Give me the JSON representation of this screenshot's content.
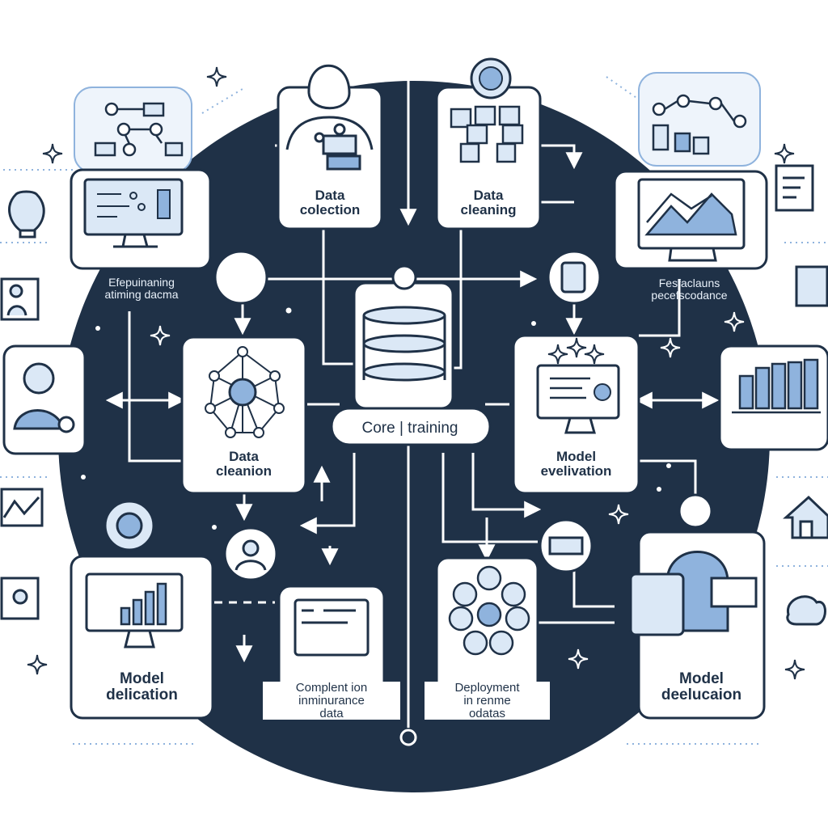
{
  "colors": {
    "navy": "#1f3147",
    "card": "#ffffff",
    "card_border": "#1f3147",
    "light_blue": "#dbe8f6",
    "accent_blue": "#8fb3dd",
    "text": "#1f3147",
    "background": "#ffffff"
  },
  "nodes": {
    "data_collection": "Data\ncolection",
    "data_cleaning": "Data\ncleaning",
    "core_training": "Core | training",
    "data_cleanion": "Data\ncleanion",
    "model_evelivation": "Model\nevelivation",
    "model_delication": "Model\ndelication",
    "model_deelucaion": "Model\ndeelucaion",
    "complent_data": "Complent ion\ninminurance\ndata",
    "deployment": "Deployment\nin renme\nodatas",
    "left_caption": "Efepuinaning\natiming dacma",
    "right_caption": "Fesfaclauns\npecefscodance"
  },
  "icons": {
    "computer_dashboard": "computer-dashboard-icon",
    "person": "person-icon",
    "cubes": "cubes-icon",
    "database": "database-icon",
    "network": "network-icon",
    "gear": "gear-icon",
    "bar_chart": "bar-chart-icon",
    "line_chart": "line-chart-icon",
    "lightbulb": "lightbulb-icon",
    "house": "house-icon",
    "cloud": "cloud-icon",
    "businessman": "businessman-icon",
    "sparkle": "sparkle-icon"
  }
}
